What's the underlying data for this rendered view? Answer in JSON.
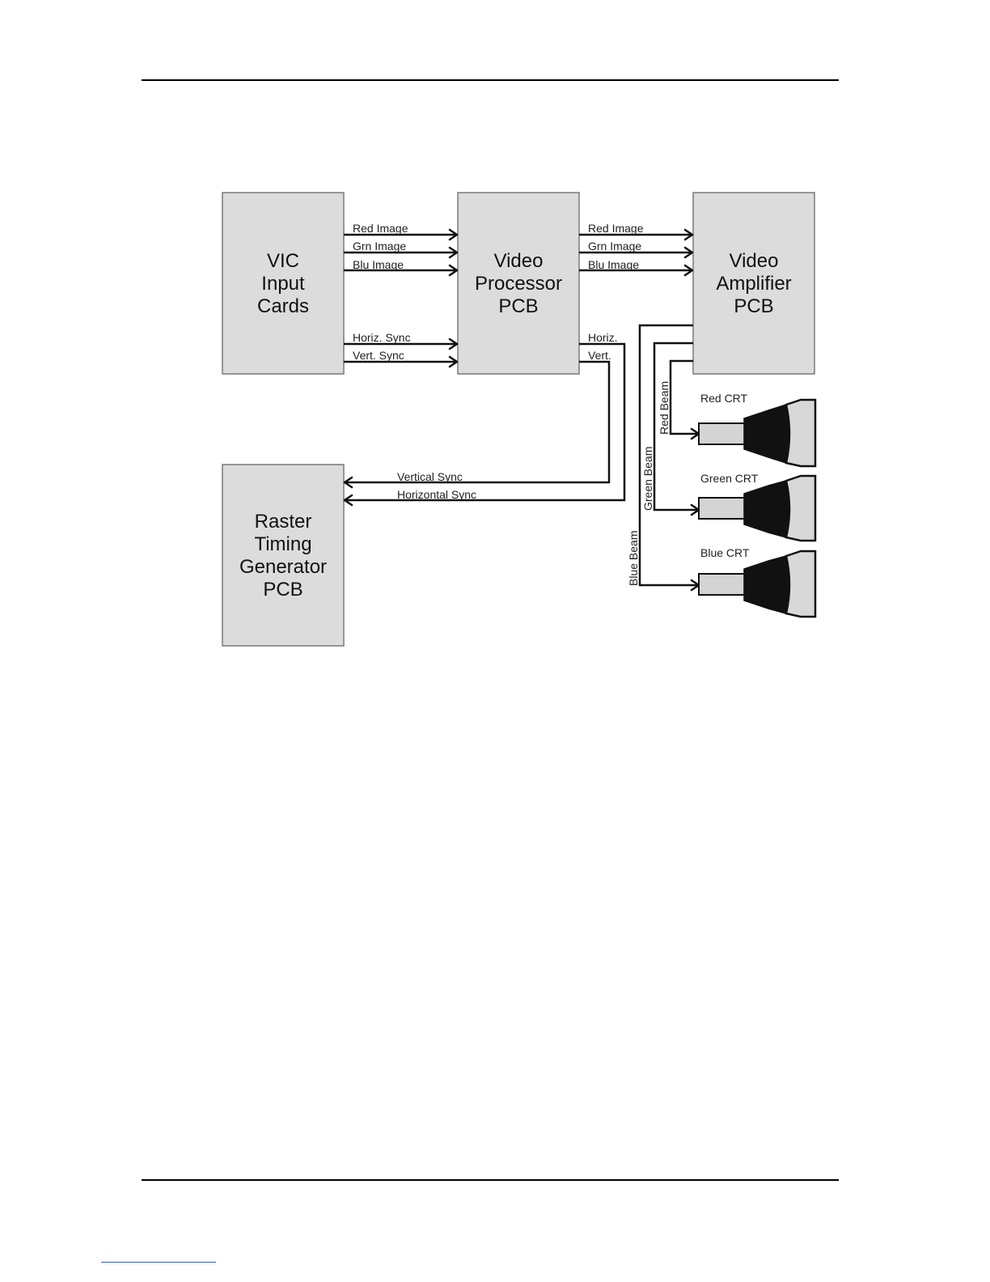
{
  "boxes": {
    "vic": [
      "VIC",
      "Input",
      "Cards"
    ],
    "processor": [
      "Video",
      "Processor",
      "PCB"
    ],
    "amplifier": [
      "Video",
      "Amplifier",
      "PCB"
    ],
    "raster": [
      "Raster",
      "Timing",
      "Generator",
      "PCB"
    ]
  },
  "signals": {
    "vic_to_proc": [
      "Red Image",
      "Grn Image",
      "Blu Image"
    ],
    "vic_sync": [
      "Horiz. Sync",
      "Vert. Sync"
    ],
    "proc_to_amp": [
      "Red Image",
      "Grn Image",
      "Blu Image"
    ],
    "proc_sync": [
      "Horiz.",
      "Vert."
    ],
    "raster_sync": [
      "Vertical Sync",
      "Horizontal Sync"
    ],
    "beams": [
      "Red Beam",
      "Green Beam",
      "Blue Beam"
    ]
  },
  "crts": [
    "Red CRT",
    "Green CRT",
    "Blue CRT"
  ]
}
